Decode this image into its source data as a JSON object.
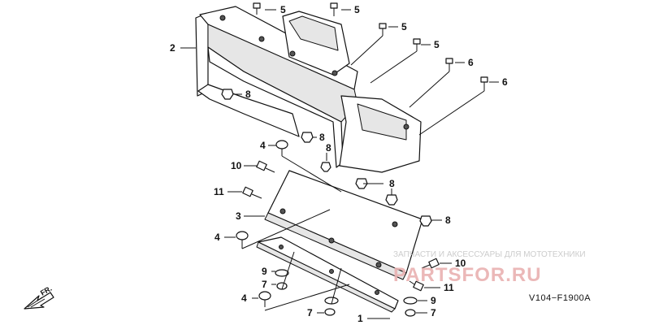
{
  "diagram": {
    "code": "V104−F1900A",
    "front_label": "FR.",
    "callouts": [
      {
        "label": "5"
      },
      {
        "label": "5"
      },
      {
        "label": "5"
      },
      {
        "label": "5"
      },
      {
        "label": "6"
      },
      {
        "label": "6"
      },
      {
        "label": "2"
      },
      {
        "label": "8"
      },
      {
        "label": "8"
      },
      {
        "label": "8"
      },
      {
        "label": "8"
      },
      {
        "label": "8"
      },
      {
        "label": "4"
      },
      {
        "label": "10"
      },
      {
        "label": "11"
      },
      {
        "label": "3"
      },
      {
        "label": "4"
      },
      {
        "label": "9"
      },
      {
        "label": "7"
      },
      {
        "label": "4"
      },
      {
        "label": "7"
      },
      {
        "label": "1"
      },
      {
        "label": "9"
      },
      {
        "label": "7"
      },
      {
        "label": "10"
      },
      {
        "label": "11"
      }
    ]
  },
  "watermark": {
    "caption": "ЗАПЧАСТИ И АКСЕССУАРЫ ДЛЯ МОТОТЕХНИКИ",
    "brand": "PARTSFOR.RU"
  }
}
